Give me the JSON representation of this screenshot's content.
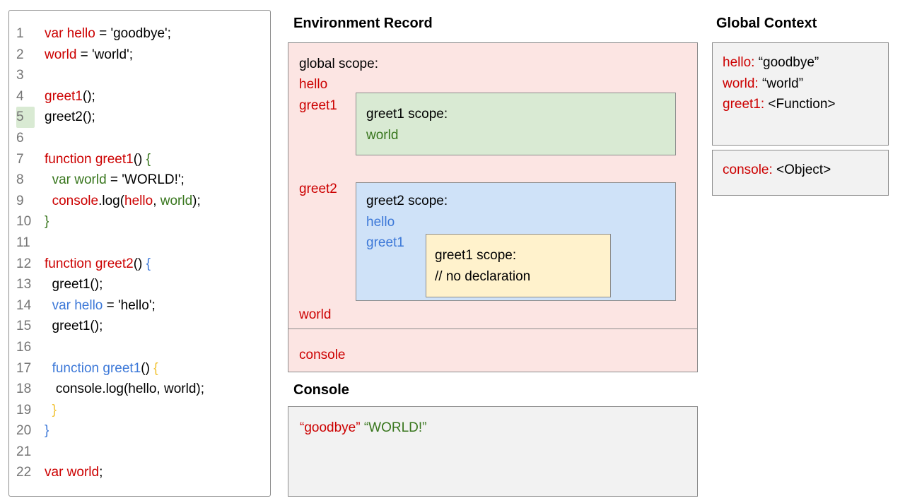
{
  "palette": {
    "red": "#cc0000",
    "green": "#38761d",
    "blue": "#3c78d8",
    "yellow": "#f1c232",
    "black": "#000000",
    "pink_bg": "#fce5e3",
    "green_bg": "#d9ead3",
    "blue_bg": "#cfe2f8",
    "yellow_bg": "#fff2cc",
    "gray_bg": "#f2f2f2",
    "line_highlight": "#d9ead3",
    "border": "#8c8c8c",
    "line_number": "#757575"
  },
  "code_panel": {
    "lines": [
      {
        "n": "1",
        "seg": [
          [
            "red",
            "var hello"
          ],
          [
            "black",
            " = 'goodbye';"
          ]
        ]
      },
      {
        "n": "2",
        "seg": [
          [
            "red",
            "world"
          ],
          [
            "black",
            " = 'world';"
          ]
        ]
      },
      {
        "n": "3",
        "seg": []
      },
      {
        "n": "4",
        "seg": [
          [
            "red",
            "greet1"
          ],
          [
            "black",
            "();"
          ]
        ]
      },
      {
        "n": "5",
        "hl": true,
        "seg": [
          [
            "black",
            "greet2();"
          ]
        ]
      },
      {
        "n": "6",
        "seg": []
      },
      {
        "n": "7",
        "seg": [
          [
            "red",
            "function greet1"
          ],
          [
            "black",
            "() "
          ],
          [
            "green",
            "{"
          ]
        ]
      },
      {
        "n": "8",
        "seg": [
          [
            "black",
            "  "
          ],
          [
            "green",
            "var world"
          ],
          [
            "black",
            " = 'WORLD!';"
          ]
        ]
      },
      {
        "n": "9",
        "seg": [
          [
            "black",
            "  "
          ],
          [
            "red",
            "console"
          ],
          [
            "black",
            ".log("
          ],
          [
            "red",
            "hello"
          ],
          [
            "black",
            ", "
          ],
          [
            "green",
            "world"
          ],
          [
            "black",
            ");"
          ]
        ]
      },
      {
        "n": "10",
        "seg": [
          [
            "green",
            "}"
          ]
        ]
      },
      {
        "n": "11",
        "seg": []
      },
      {
        "n": "12",
        "seg": [
          [
            "red",
            "function greet2"
          ],
          [
            "black",
            "() "
          ],
          [
            "blue",
            "{"
          ]
        ]
      },
      {
        "n": "13",
        "seg": [
          [
            "black",
            "  greet1();"
          ]
        ]
      },
      {
        "n": "14",
        "seg": [
          [
            "black",
            "  "
          ],
          [
            "blue",
            "var hello"
          ],
          [
            "black",
            " = 'hello';"
          ]
        ]
      },
      {
        "n": "15",
        "seg": [
          [
            "black",
            "  greet1();"
          ]
        ]
      },
      {
        "n": "16",
        "seg": []
      },
      {
        "n": "17",
        "seg": [
          [
            "black",
            "  "
          ],
          [
            "blue",
            "function greet1"
          ],
          [
            "black",
            "() "
          ],
          [
            "yellow",
            "{"
          ]
        ]
      },
      {
        "n": "18",
        "seg": [
          [
            "black",
            "   console.log(hello, world);"
          ]
        ]
      },
      {
        "n": "19",
        "seg": [
          [
            "black",
            "  "
          ],
          [
            "yellow",
            "}"
          ]
        ]
      },
      {
        "n": "20",
        "seg": [
          [
            "blue",
            "}"
          ]
        ]
      },
      {
        "n": "21",
        "seg": []
      },
      {
        "n": "22",
        "seg": [
          [
            "red",
            "var world"
          ],
          [
            "black",
            ";"
          ]
        ]
      }
    ]
  },
  "environment_record": {
    "title": "Environment Record",
    "global_scope": {
      "label": "global scope:",
      "hello": "hello",
      "greet1": "greet1",
      "greet2": "greet2",
      "world": "world"
    },
    "greet1_scope": {
      "label": "greet1 scope:",
      "world": "world"
    },
    "greet2_scope": {
      "label": "greet2 scope:",
      "hello": "hello",
      "greet1": "greet1"
    },
    "inner_greet1_scope": {
      "label": "greet1 scope:",
      "comment": "// no declaration"
    },
    "console_item": "console"
  },
  "console_panel": {
    "title": "Console",
    "output": [
      [
        "red",
        "“goodbye”"
      ],
      [
        "black",
        " "
      ],
      [
        "green",
        "“WORLD!”"
      ]
    ]
  },
  "global_context": {
    "title": "Global Context",
    "entries": [
      {
        "name": "hello:",
        "value": " “goodbye”"
      },
      {
        "name": "world:",
        "value": " “world”"
      },
      {
        "name": "greet1:",
        "value": " <Function>"
      }
    ],
    "console_entry": {
      "name": "console:",
      "value": " <Object>"
    }
  }
}
